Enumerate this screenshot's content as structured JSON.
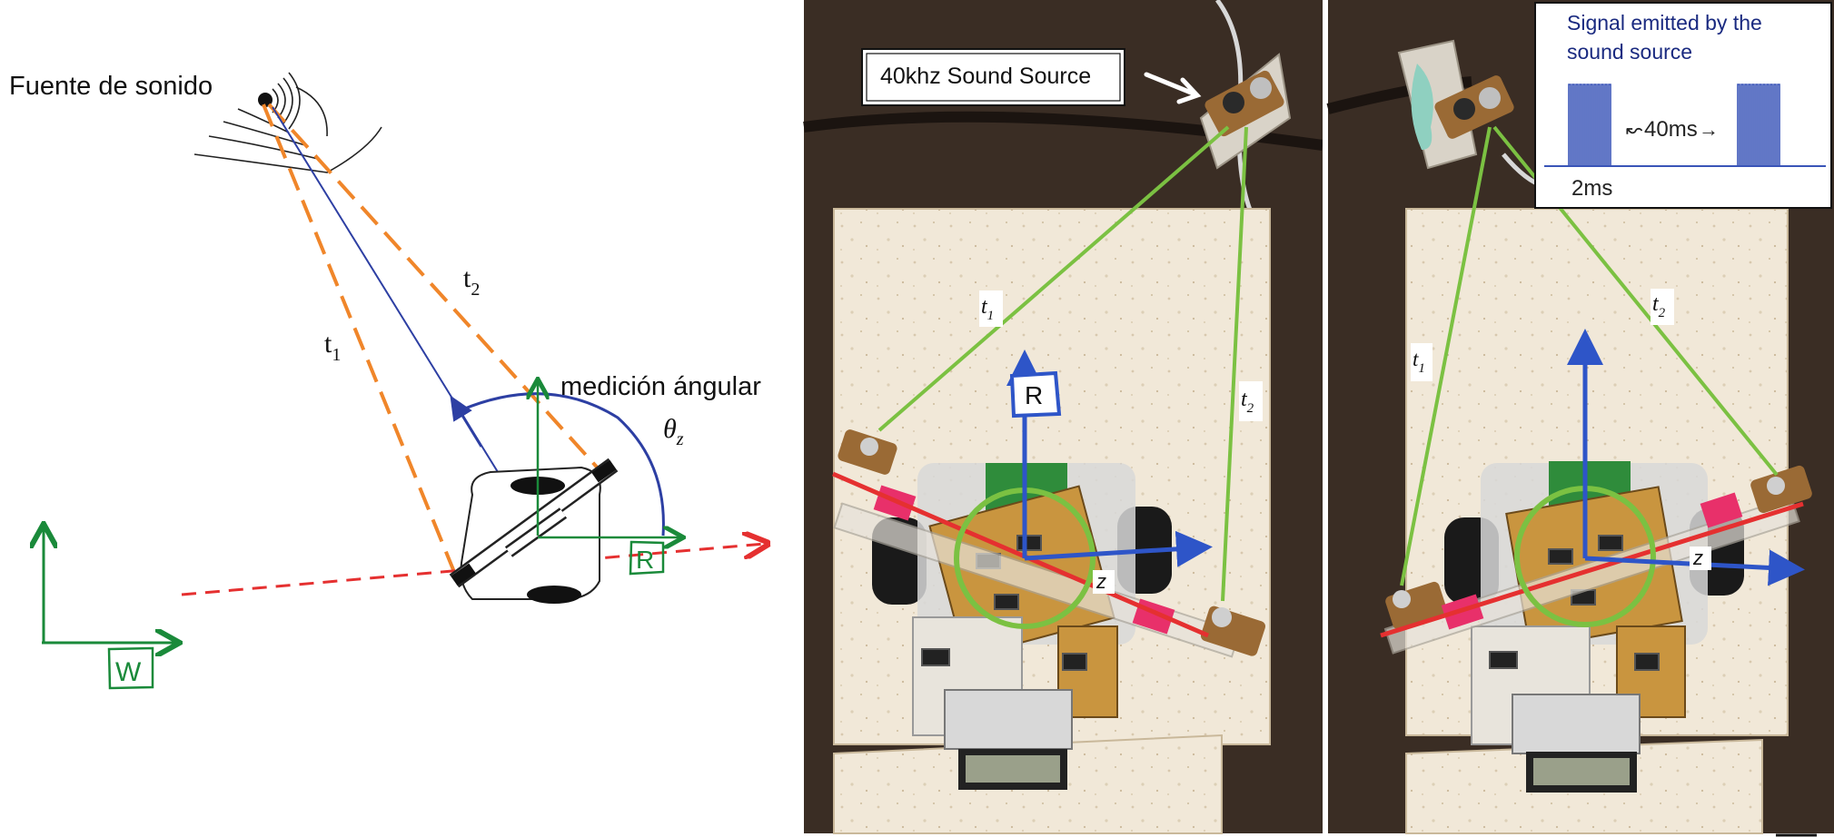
{
  "schematic": {
    "source_label": "Fuente de sonido",
    "t1": "t",
    "t1_sub": "1",
    "t2": "t",
    "t2_sub": "2",
    "measurement_label": "medición ángular",
    "theta": "θ",
    "theta_sub": "z",
    "robot_frame": "R",
    "world_frame": "W"
  },
  "photo_left": {
    "source_callout": "40khz Sound Source",
    "t1": "t",
    "t1_sub": "1",
    "t2": "t",
    "t2_sub": "2",
    "frame_r": "R",
    "axis_z": "z"
  },
  "photo_right": {
    "t1": "t",
    "t1_sub": "1",
    "t2": "t",
    "t2_sub": "2",
    "axis_z": "z"
  },
  "signal_inset": {
    "title_line1": "Signal emitted by the",
    "title_line2": "sound source",
    "period_label": "40ms",
    "burst_label": "2ms"
  },
  "colors": {
    "orange": "#f0862a",
    "blue": "#2d3fa3",
    "green": "#1a8a3a",
    "red": "#e53030",
    "light_green": "#7bc142"
  }
}
